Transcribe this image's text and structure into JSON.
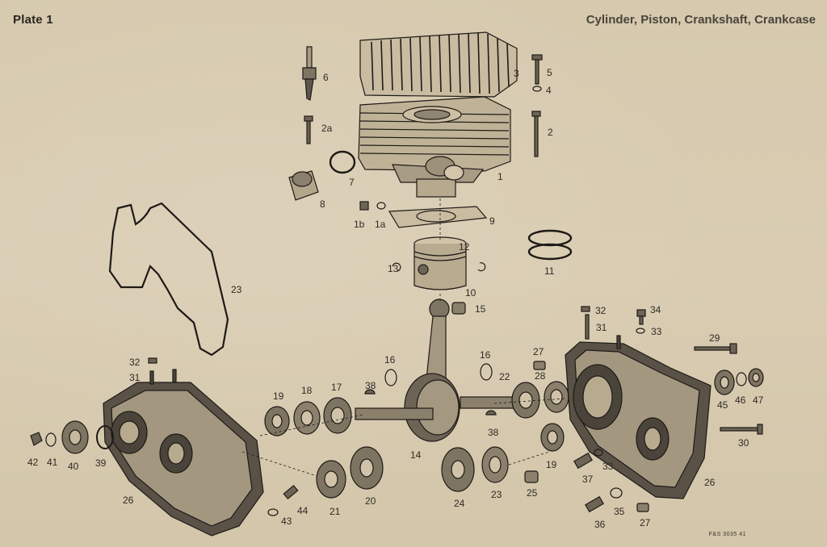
{
  "plate": {
    "label": "Plate 1",
    "title": "Cylinder, Piston, Crankshaft, Crankcase"
  },
  "footer": {
    "code": "F&S 3035 41"
  },
  "numbers": {
    "n1": "1",
    "n1a": "1a",
    "n1b": "1b",
    "n2": "2",
    "n2a": "2a",
    "n3": "3",
    "n4": "4",
    "n5": "5",
    "n6": "6",
    "n7": "7",
    "n8": "8",
    "n9": "9",
    "n10": "10",
    "n11": "11",
    "n12": "12",
    "n13": "13",
    "n14": "14",
    "n15": "15",
    "n16a": "16",
    "n16b": "16",
    "n17": "17",
    "n18": "18",
    "n19a": "19",
    "n19b": "19",
    "n20": "20",
    "n21": "21",
    "n22": "22",
    "n23a": "23",
    "n23b": "23",
    "n24": "24",
    "n25": "25",
    "n26a": "26",
    "n26b": "26",
    "n27a": "27",
    "n27b": "27",
    "n28": "28",
    "n29": "29",
    "n30": "30",
    "n31a": "31",
    "n31b": "31",
    "n32a": "32",
    "n32b": "32",
    "n33a": "33",
    "n33b": "33",
    "n34": "34",
    "n35": "35",
    "n36": "36",
    "n37": "37",
    "n38a": "38",
    "n38b": "38",
    "n39": "39",
    "n40": "40",
    "n41": "41",
    "n42": "42",
    "n43": "43",
    "n44": "44",
    "n45": "45",
    "n46": "46",
    "n47": "47"
  }
}
